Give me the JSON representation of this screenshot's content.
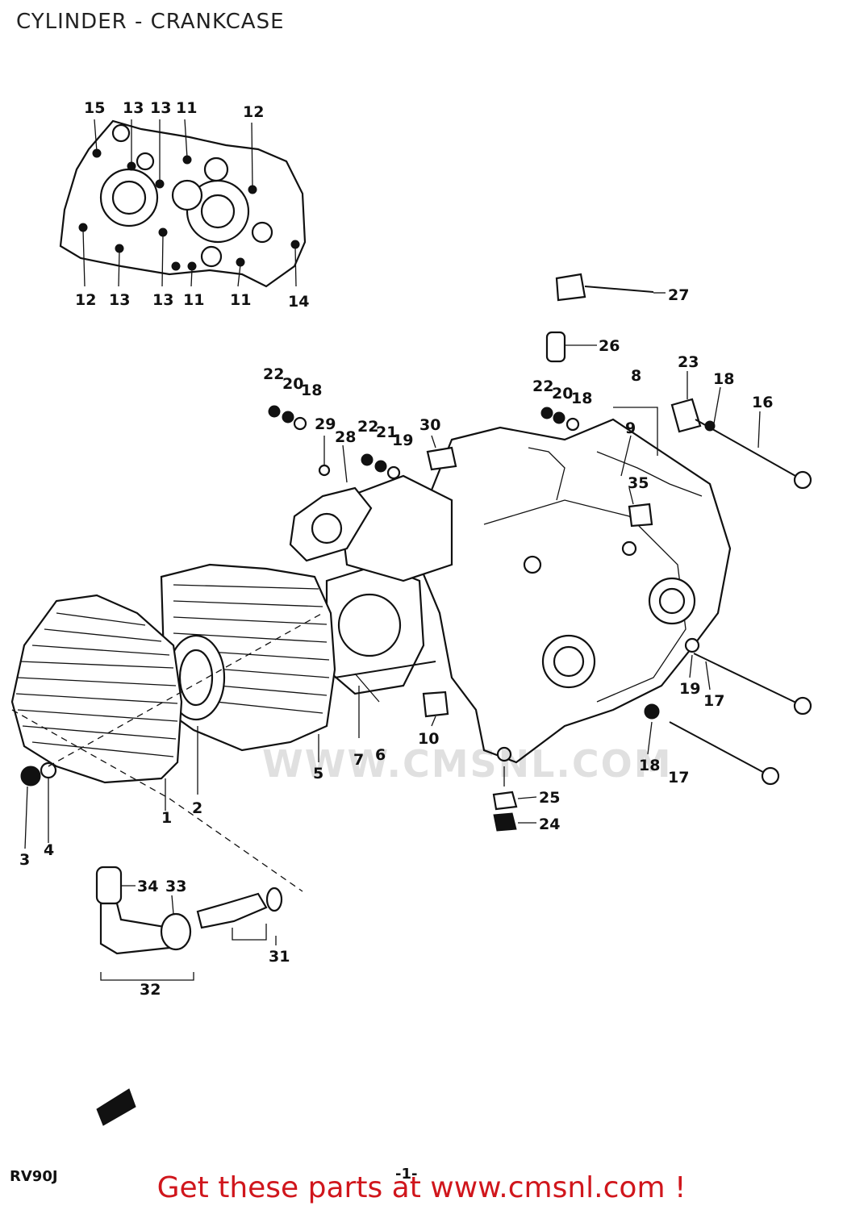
{
  "header": {
    "title": "CYLINDER - CRANKCASE"
  },
  "watermark": "WWW.CMSNL.COM",
  "footer": {
    "model": "RV90J",
    "page_number": "-1-",
    "call_to_action": "Get these parts at www.cmsnl.com !"
  },
  "callouts": {
    "inset_top": [
      "15",
      "13",
      "13",
      "11",
      "12"
    ],
    "inset_bottom": [
      "12",
      "13",
      "13",
      "11",
      "11",
      "14"
    ],
    "main": {
      "n27": "27",
      "n26": "26",
      "n23": "23",
      "n18a": "18",
      "n16": "16",
      "n8": "8",
      "n9": "9",
      "n35": "35",
      "n22a": "22",
      "n20a": "20",
      "n18b": "18",
      "n22b": "22",
      "n20b": "20",
      "n18c": "18",
      "n29": "29",
      "n28": "28",
      "n22c": "22",
      "n21": "21",
      "n19a": "19",
      "n30": "30",
      "n19b": "19",
      "n17a": "17",
      "n18d": "18",
      "n17b": "17",
      "n25": "25",
      "n24": "24",
      "n10": "10",
      "n7": "7",
      "n6": "6",
      "n5": "5",
      "n1": "1",
      "n2": "2",
      "n3": "3",
      "n4": "4",
      "n34": "34",
      "n33": "33",
      "n31": "31",
      "n32": "32"
    }
  }
}
